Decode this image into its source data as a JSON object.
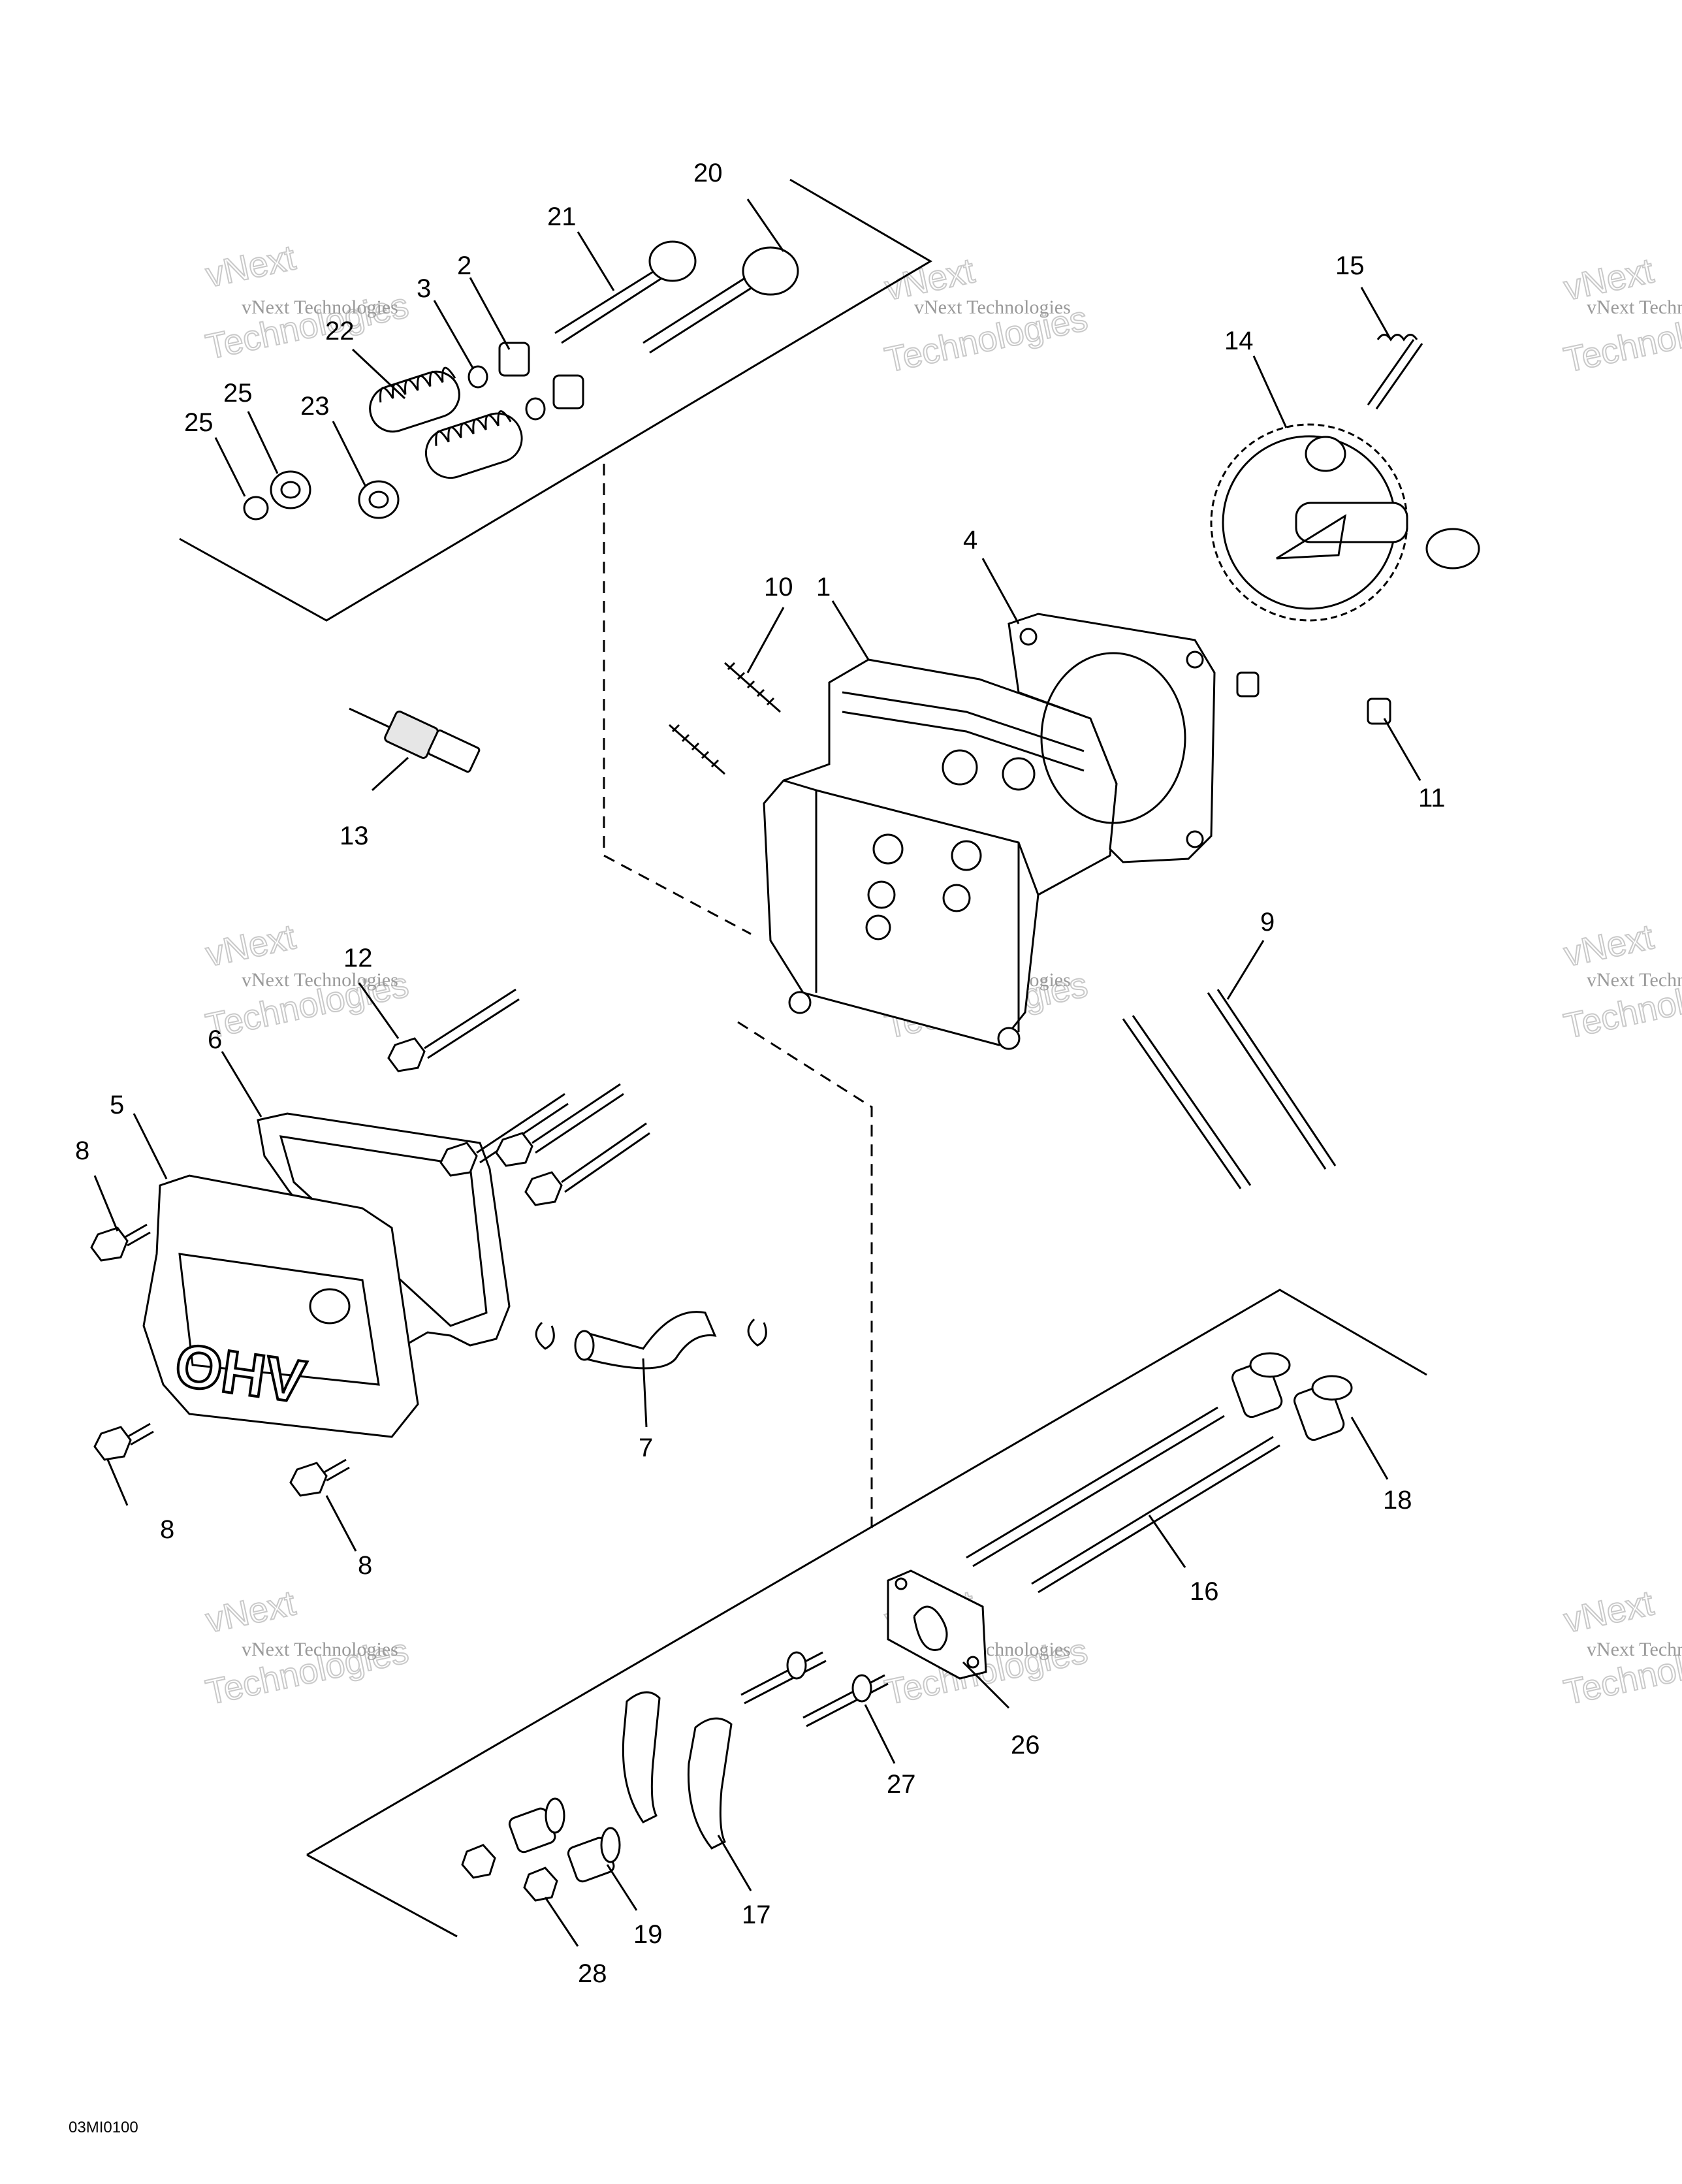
{
  "diagram": {
    "drawing_code": "03MI0100",
    "cover_lettering": "OHV",
    "callouts": [
      "1",
      "2",
      "3",
      "4",
      "5",
      "6",
      "7",
      "8",
      "8",
      "8",
      "9",
      "10",
      "11",
      "12",
      "13",
      "14",
      "15",
      "16",
      "17",
      "18",
      "19",
      "20",
      "21",
      "22",
      "23",
      "25",
      "25",
      "26",
      "27",
      "28"
    ],
    "watermark": {
      "line1": "vNext Technologies",
      "line2": "vNext",
      "line3": "Technologies"
    }
  }
}
